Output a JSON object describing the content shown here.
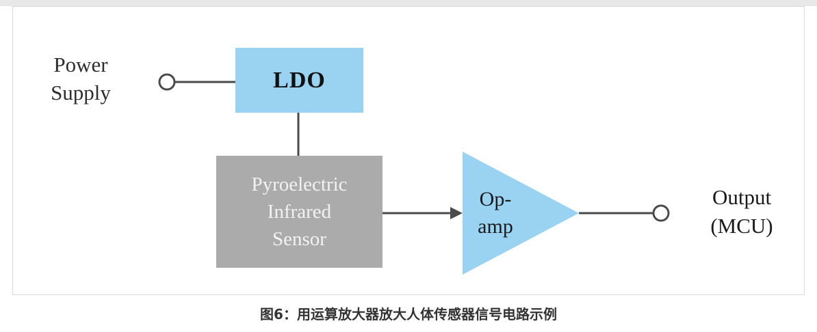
{
  "nodes": {
    "power_supply": "Power\nSupply",
    "ldo": "LDO",
    "sensor": "Pyroelectric\nInfrared\nSensor",
    "opamp": "Op-\namp",
    "output": "Output\n(MCU)"
  },
  "caption": "图6：用运算放大器放大人体传感器信号电路示例",
  "colors": {
    "block_blue": "#9ad3f2",
    "block_gray": "#ababab",
    "wire": "#4a4a4a",
    "label_dark": "#2e2e2e",
    "sensor_text": "#f2f2f2",
    "caption_text": "#333333"
  }
}
